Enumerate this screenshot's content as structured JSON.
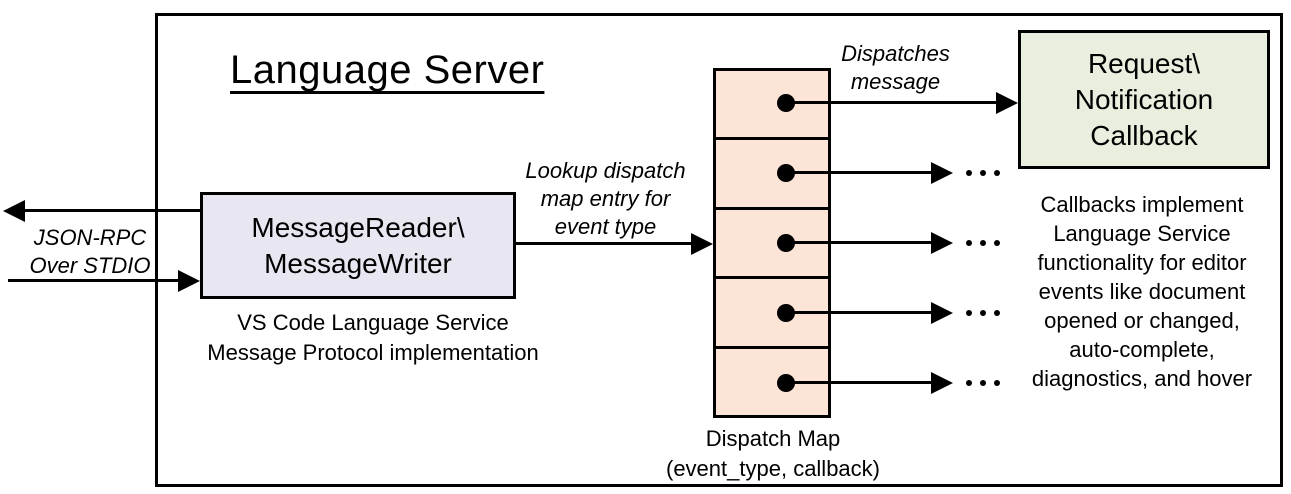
{
  "title": "Language Server",
  "stdio": {
    "lines": [
      "JSON-RPC",
      "Over STDIO"
    ]
  },
  "reader": {
    "lines": [
      "MessageReader\\",
      "MessageWriter"
    ],
    "caption": [
      "VS Code Language Service",
      "Message Protocol implementation"
    ],
    "fill": "#e8e7f1"
  },
  "lookup": {
    "lines": [
      "Lookup dispatch",
      "map entry for",
      "event type"
    ]
  },
  "dispatches": {
    "lines": [
      "Dispatches",
      "message"
    ]
  },
  "callback": {
    "lines": [
      "Request\\",
      "Notification",
      "Callback"
    ],
    "fill": "#e8efde"
  },
  "callbacks_note": {
    "lines": [
      "Callbacks implement",
      "Language Service",
      "functionality for editor",
      "events like document",
      "opened or changed,",
      "auto-complete,",
      "diagnostics, and hover"
    ]
  },
  "dispatch_map": {
    "label": [
      "Dispatch Map",
      "(event_type, callback)"
    ],
    "fill": "#fce4d6",
    "cell_count": 5
  },
  "colors": {
    "stroke": "#000000",
    "background": "#ffffff"
  }
}
